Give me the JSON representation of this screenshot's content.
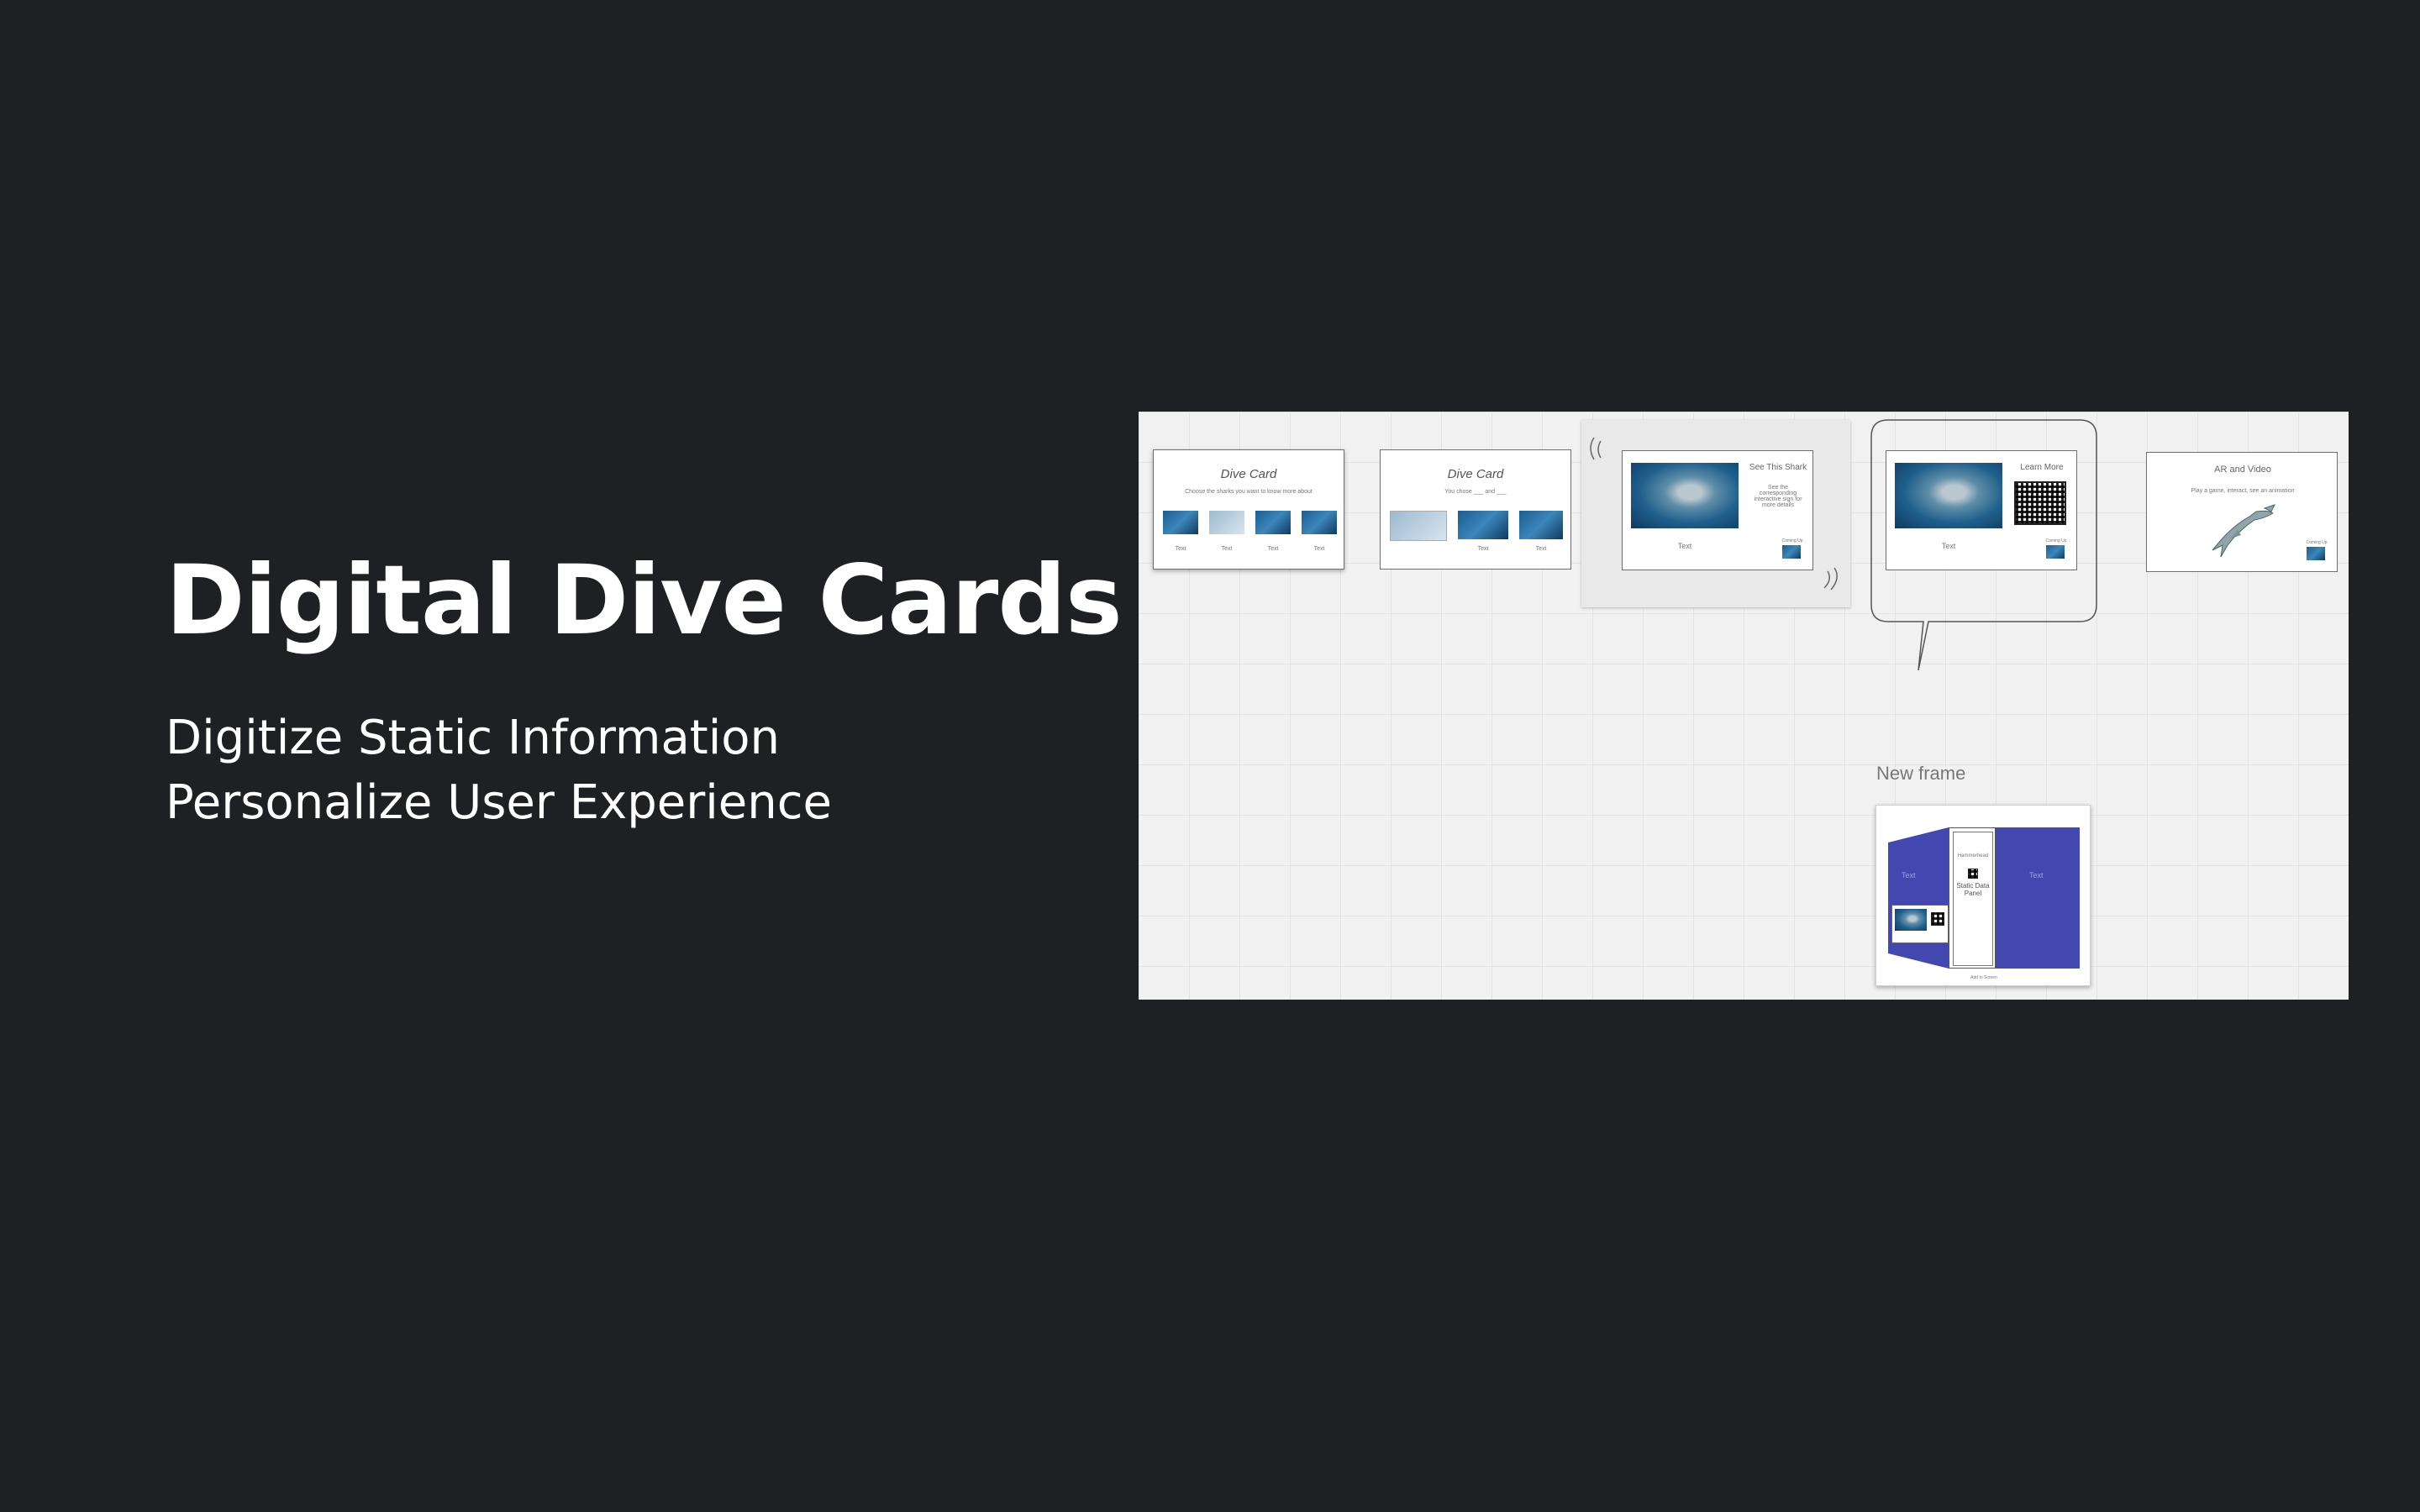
{
  "slide": {
    "title": "Digital Dive Cards",
    "subtitles": [
      "Digitize Static Information",
      "Personalize User Experience"
    ]
  },
  "canvas": {
    "card1": {
      "title": "Dive Card",
      "subtitle": "Choose the sharks you want to know more about",
      "labels": [
        "Text",
        "Text",
        "Text",
        "Text"
      ]
    },
    "card2": {
      "title": "Dive Card",
      "subtitle": "You chose ___ and ___",
      "labels": [
        "Text",
        "Text"
      ]
    },
    "card3": {
      "heading": "See This Shark",
      "body": "See the corresponding interactive sign for more details",
      "caption": "Text",
      "corner": "Coming Up"
    },
    "card4": {
      "heading": "Learn More",
      "caption": "Text",
      "corner": "Coming Up"
    },
    "card5": {
      "heading": "AR and Video",
      "body": "Play a game, interact, see an animation",
      "corner": "Coming Up"
    },
    "new_frame": {
      "label": "New frame",
      "panel_left": "Text",
      "panel_right": "Text",
      "center_title": "Hammerhead",
      "center_body": "Static Data Panel",
      "footer": "Add to Screen"
    }
  },
  "colors": {
    "background": "#1f2024",
    "canvas": "#f1f1f1",
    "panel_blue": "#4248b0"
  }
}
